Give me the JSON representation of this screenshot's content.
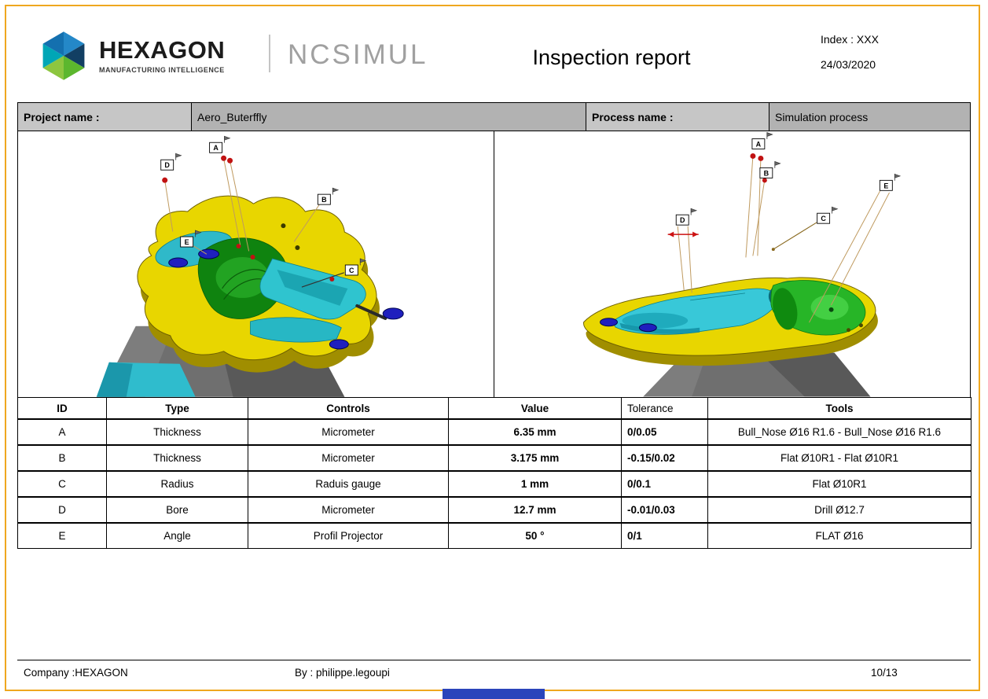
{
  "palette": {
    "page_border": "#efa71f",
    "bottom_bar_blue": "#2b44bb",
    "brand_gray": "#a0a0a0",
    "project_bar_label_bg": "#c6c6c6",
    "project_bar_value_bg": "#b2b2b2",
    "part_yellow": "#e8d600",
    "part_green": "#27b527",
    "part_cyan": "#38c8d8",
    "fixture_gray": "#6f6f6f",
    "hole_blue": "#1f1fbe",
    "probe_red": "#c11212"
  },
  "header": {
    "brand": "HEXAGON",
    "brand_sub": "MANUFACTURING INTELLIGENCE",
    "product": "NCSIMUL",
    "title": "Inspection report",
    "index": "Index : XXX",
    "date": "24/03/2020"
  },
  "project_bar": {
    "project_label": "Project name :",
    "project_value": "Aero_Buterffly",
    "process_label": "Process name :",
    "process_value": "Simulation process"
  },
  "views": {
    "labels": [
      "A",
      "B",
      "C",
      "D",
      "E"
    ]
  },
  "table": {
    "headers": [
      "ID",
      "Type",
      "Controls",
      "Value",
      "Tolerance",
      "Tools"
    ],
    "rows": [
      [
        "A",
        "Thickness",
        "Micrometer",
        "6.35 mm",
        "0/0.05",
        "Bull_Nose Ø16 R1.6 - Bull_Nose Ø16 R1.6"
      ],
      [
        "B",
        "Thickness",
        "Micrometer",
        "3.175 mm",
        "-0.15/0.02",
        "Flat Ø10R1 - Flat Ø10R1"
      ],
      [
        "C",
        "Radius",
        "Raduis gauge",
        "1 mm",
        "0/0.1",
        "Flat Ø10R1"
      ],
      [
        "D",
        "Bore",
        "Micrometer",
        "12.7 mm",
        "-0.01/0.03",
        "Drill Ø12.7"
      ],
      [
        "E",
        "Angle",
        "Profil Projector",
        "50 °",
        "0/1",
        "FLAT Ø16"
      ]
    ]
  },
  "footer": {
    "company": "Company :HEXAGON",
    "by": "By : philippe.legoupi",
    "page": "10/13"
  }
}
